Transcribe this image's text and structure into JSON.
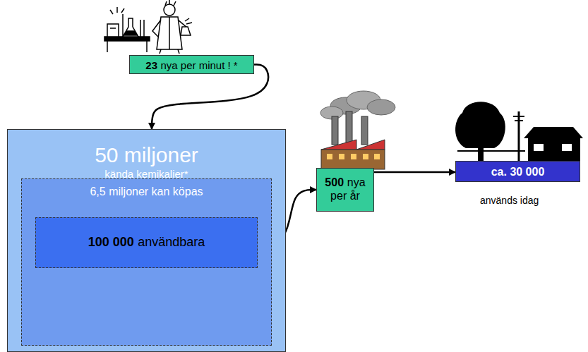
{
  "diagram": {
    "nodes": [
      {
        "text": [
          "23",
          "nya per minut ! *"
        ]
      },
      {
        "text": [
          "50 miljoner",
          "kända kemikalier*"
        ]
      },
      {
        "text": [
          "6,5 miljoner kan köpas"
        ],
        "in": 1
      },
      {
        "text": [
          "100 000",
          "användbara"
        ],
        "in": 2
      },
      {
        "text": [
          "500",
          "nya per år"
        ]
      },
      {
        "text": [
          "ca. 30 000"
        ]
      }
    ],
    "edges": [
      {
        "from": 0,
        "to": 1,
        "arrow": "to"
      },
      {
        "from": 3,
        "to": 4,
        "arrow": "to"
      },
      {
        "from": 4,
        "to": 5,
        "arrow": "to"
      }
    ],
    "labels": [
      "används idag"
    ]
  }
}
